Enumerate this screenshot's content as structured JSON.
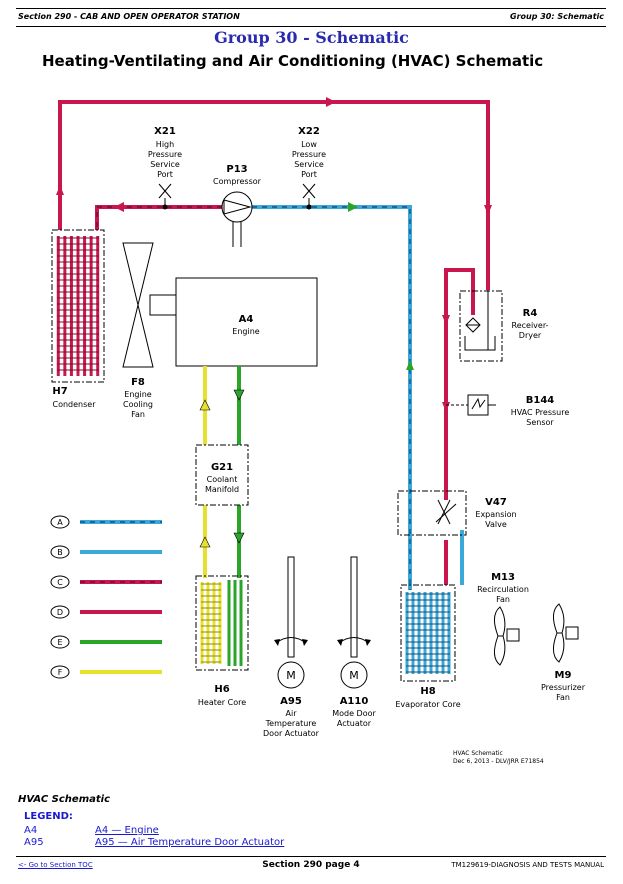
{
  "header": {
    "section": "Section 290 - CAB AND OPEN OPERATOR STATION",
    "group": "Group 30: Schematic"
  },
  "group_title": "Group 30 - Schematic",
  "doc_title": "Heating-Ventilating and Air Conditioning (HVAC) Schematic",
  "components": {
    "x21": {
      "id": "X21",
      "name": [
        "High",
        "Pressure",
        "Service",
        "Port"
      ]
    },
    "x22": {
      "id": "X22",
      "name": [
        "Low",
        "Pressure",
        "Service",
        "Port"
      ]
    },
    "p13": {
      "id": "P13",
      "name": [
        "Compressor"
      ]
    },
    "h7": {
      "id": "H7",
      "name": [
        "Condenser"
      ]
    },
    "f8": {
      "id": "F8",
      "name": [
        "Engine",
        "Cooling",
        "Fan"
      ]
    },
    "a4": {
      "id": "A4",
      "name": [
        "Engine"
      ]
    },
    "g21": {
      "id": "G21",
      "name": [
        "Coolant",
        "Manifold"
      ]
    },
    "h6": {
      "id": "H6",
      "name": [
        "Heater Core"
      ]
    },
    "a95": {
      "id": "A95",
      "name": [
        "Air",
        "Temperature",
        "Door Actuator"
      ]
    },
    "a110": {
      "id": "A110",
      "name": [
        "Mode Door",
        "Actuator"
      ]
    },
    "h8": {
      "id": "H8",
      "name": [
        "Evaporator Core"
      ]
    },
    "r4": {
      "id": "R4",
      "name": [
        "Receiver-",
        "Dryer"
      ]
    },
    "b144": {
      "id": "B144",
      "name": [
        "HVAC Pressure",
        "Sensor"
      ]
    },
    "v47": {
      "id": "V47",
      "name": [
        "Expansion",
        "Valve"
      ]
    },
    "m13": {
      "id": "M13",
      "name": [
        "Recirculation",
        "Fan"
      ]
    },
    "m9": {
      "id": "M9",
      "name": [
        "Pressurizer",
        "Fan"
      ]
    }
  },
  "motor_symbol": "M",
  "line_legend": [
    {
      "key": "A",
      "color": "#3aa8d8",
      "style": "dashed"
    },
    {
      "key": "B",
      "color": "#3aa8d8",
      "style": "solid"
    },
    {
      "key": "C",
      "color": "#c8174e",
      "style": "dashed"
    },
    {
      "key": "D",
      "color": "#c8174e",
      "style": "solid"
    },
    {
      "key": "E",
      "color": "#2aa52a",
      "style": "solid"
    },
    {
      "key": "F",
      "color": "#e8e030",
      "style": "solid"
    }
  ],
  "diagram_note": [
    "HVAC Schematic",
    "Dec 6, 2013 - DLV/JRR    E71854"
  ],
  "footer": {
    "figure_title": "HVAC Schematic",
    "legend_label": "LEGEND:",
    "legend": [
      {
        "key": "A4",
        "value": "A4 — Engine"
      },
      {
        "key": "A95",
        "value": "A95 — Air Temperature Door Actuator"
      }
    ],
    "toc_link": "<- Go to Section TOC",
    "page": "Section 290 page 4",
    "manual": "TM129619-DIAGNOSIS AND TESTS MANUAL"
  }
}
